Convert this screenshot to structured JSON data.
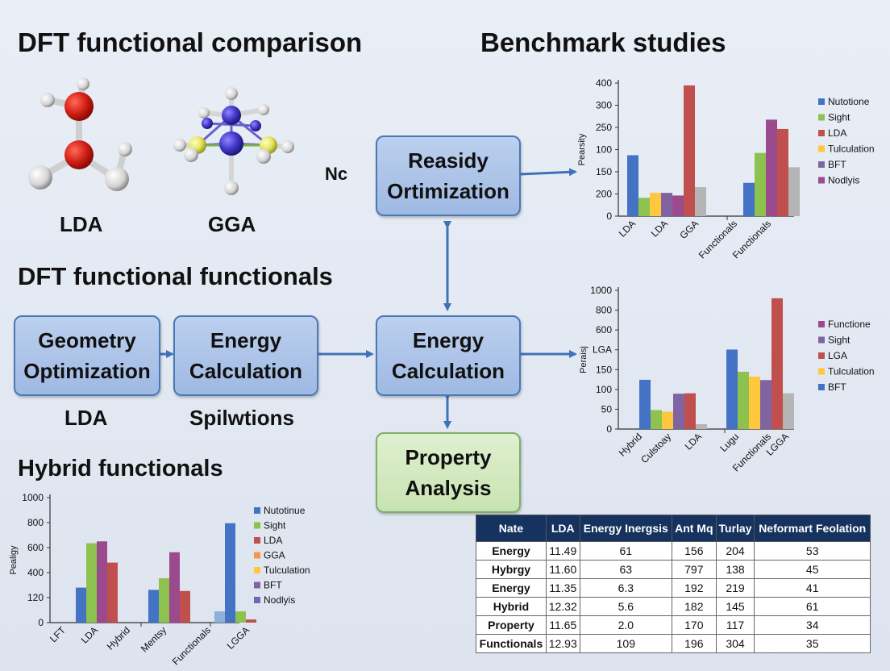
{
  "headings": {
    "top_left": "DFT functional comparison",
    "top_right": "Benchmark studies",
    "middle_left": "DFT functional functionals",
    "bottom_left": "Hybrid functionals"
  },
  "molecule_labels": {
    "left": "LDA",
    "right": "GGA",
    "side": "Nc"
  },
  "flow": {
    "box_geometry": [
      "Geometry",
      "Optimization"
    ],
    "box_energy_left": [
      "Energy",
      "Calculation"
    ],
    "box_energy_center": [
      "Energy",
      "Calculation"
    ],
    "box_readily": [
      "Reasidy",
      "Ortimization"
    ],
    "box_property": [
      "Property",
      "Analysis"
    ],
    "under_geometry": "LDA",
    "under_energy": "Spilwtions"
  },
  "colors": {
    "blue": "#4472c4",
    "green": "#8ec24f",
    "red": "#c0504d",
    "yellow": "#ffc73d",
    "purple": "#8064a2",
    "magenta": "#9b4a8e",
    "gray": "#b5b5b5",
    "orange": "#f79646",
    "box_blue": "#a9c1e8",
    "box_green": "#d6eac4"
  },
  "chart_data": [
    {
      "id": "chart-top-right",
      "type": "bar",
      "ylabel": "Pearsity",
      "ytick_labels": [
        "0",
        "200",
        "150",
        "100",
        "250",
        "300",
        "400"
      ],
      "ylim": [
        0,
        400
      ],
      "categories": [
        "LDA",
        "LDA",
        "GGA",
        "Functionals",
        "Functionals"
      ],
      "bars": [
        {
          "value": 183,
          "color": "#4472c4"
        },
        {
          "value": 55,
          "color": "#8ec24f"
        },
        {
          "value": 70,
          "color": "#ffc73d"
        },
        {
          "value": 70,
          "color": "#8064a2"
        },
        {
          "value": 62,
          "color": "#9b4a8e"
        },
        {
          "value": 393,
          "color": "#c0504d"
        },
        {
          "value": 87,
          "color": "#b5b5b5"
        },
        {
          "value": 100,
          "color": "#4472c4"
        },
        {
          "value": 190,
          "color": "#8ec24f"
        },
        {
          "value": 290,
          "color": "#9b4a8e"
        },
        {
          "value": 262,
          "color": "#c0504d"
        },
        {
          "value": 147,
          "color": "#b5b5b5"
        }
      ],
      "legend": [
        {
          "name": "Nutotionе",
          "color": "#4472c4"
        },
        {
          "name": "Sight",
          "color": "#8ec24f"
        },
        {
          "name": "LDA",
          "color": "#c0504d"
        },
        {
          "name": "Tulculation",
          "color": "#ffc73d"
        },
        {
          "name": "BFT",
          "color": "#8064a2"
        },
        {
          "name": "Nodlyis",
          "color": "#9b4a8e"
        }
      ],
      "legend_position": "right",
      "grid": false
    },
    {
      "id": "chart-middle-right",
      "type": "bar",
      "ylabel": "Peraisj",
      "ytick_labels": [
        "0",
        "50",
        "100",
        "150",
        "LGA",
        "600",
        "800",
        "1000"
      ],
      "ylim": [
        0,
        1000
      ],
      "categories": [
        "Hybrid",
        "Culstoay",
        "LDA",
        "Lugu",
        "Functionals",
        "LGGA"
      ],
      "bars": [
        {
          "value": 355,
          "color": "#4472c4"
        },
        {
          "value": 137,
          "color": "#8ec24f"
        },
        {
          "value": 125,
          "color": "#ffc73d"
        },
        {
          "value": 255,
          "color": "#8064a2"
        },
        {
          "value": 258,
          "color": "#c0504d"
        },
        {
          "value": 35,
          "color": "#b5b5b5"
        },
        {
          "value": 573,
          "color": "#4472c4"
        },
        {
          "value": 413,
          "color": "#8ec24f"
        },
        {
          "value": 378,
          "color": "#ffc73d"
        },
        {
          "value": 353,
          "color": "#8064a2"
        },
        {
          "value": 943,
          "color": "#c0504d"
        },
        {
          "value": 258,
          "color": "#b5b5b5"
        }
      ],
      "legend": [
        {
          "name": "Functionе",
          "color": "#9b4a8e"
        },
        {
          "name": "Sight",
          "color": "#8064a2"
        },
        {
          "name": "LGA",
          "color": "#c0504d"
        },
        {
          "name": "Tulculation",
          "color": "#ffc73d"
        },
        {
          "name": "BFT",
          "color": "#4472c4"
        }
      ],
      "legend_position": "right",
      "grid": false
    },
    {
      "id": "chart-bottom-left",
      "type": "bar",
      "ylabel": "Pealigy",
      "ytick_labels": [
        "0",
        "120",
        "400",
        "600",
        "800",
        "1000"
      ],
      "ylim": [
        0,
        1000
      ],
      "categories": [
        "LFT",
        "LDA",
        "Hybrid",
        "Mentsy",
        "Functionals",
        "LGGA"
      ],
      "bars": [
        {
          "value": 280,
          "color": "#4472c4"
        },
        {
          "value": 635,
          "color": "#8ec24f"
        },
        {
          "value": 650,
          "color": "#9b4a8e"
        },
        {
          "value": 480,
          "color": "#c0504d"
        },
        {
          "value": 262,
          "color": "#4472c4"
        },
        {
          "value": 355,
          "color": "#8ec24f"
        },
        {
          "value": 563,
          "color": "#9b4a8e"
        },
        {
          "value": 253,
          "color": "#c0504d"
        },
        {
          "value": 90,
          "color": "#8fb0d8"
        },
        {
          "value": 795,
          "color": "#4472c4"
        },
        {
          "value": 90,
          "color": "#8ec24f"
        },
        {
          "value": 25,
          "color": "#c0504d"
        }
      ],
      "legend": [
        {
          "name": "Nutotinue",
          "color": "#4472c4"
        },
        {
          "name": "Sight",
          "color": "#8ec24f"
        },
        {
          "name": "LDA",
          "color": "#c0504d"
        },
        {
          "name": "GGA",
          "color": "#f79646"
        },
        {
          "name": "Tulculation",
          "color": "#ffc73d"
        },
        {
          "name": "BFT",
          "color": "#8064a2"
        },
        {
          "name": "Nodlyis",
          "color": "#6b6bb5"
        }
      ],
      "legend_position": "right",
      "grid": false
    },
    {
      "id": "results-table",
      "type": "table",
      "columns": [
        "Nate",
        "LDA",
        "Energy Inergsis",
        "Ant Mq",
        "Turlay",
        "Neformart Feolation"
      ],
      "rows": [
        [
          "Energy",
          "11.49",
          "61",
          "156",
          "204",
          "53"
        ],
        [
          "Hybrgy",
          "11.60",
          "63",
          "797",
          "138",
          "45"
        ],
        [
          "Energy",
          "11.35",
          "6.3",
          "192",
          "219",
          "41"
        ],
        [
          "Hybrid",
          "12.32",
          "5.6",
          "182",
          "145",
          "61"
        ],
        [
          "Property",
          "11.65",
          "2.0",
          "170",
          "117",
          "34"
        ],
        [
          "Functionals",
          "12.93",
          "109",
          "196",
          "304",
          "35"
        ]
      ]
    }
  ]
}
